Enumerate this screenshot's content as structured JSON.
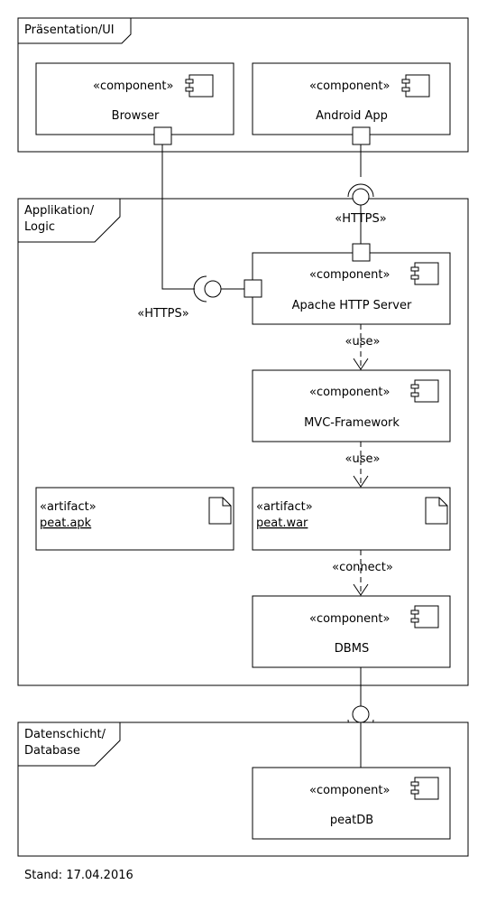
{
  "frames": {
    "ui": {
      "line1": "Präsentation/UI"
    },
    "logic": {
      "line1": "Applikation/",
      "line2": "Logic"
    },
    "db": {
      "line1": "Datenschicht/",
      "line2": "Database"
    }
  },
  "components": {
    "browser": {
      "stereotype": "«component»",
      "name": "Browser"
    },
    "android": {
      "stereotype": "«component»",
      "name": "Android App"
    },
    "apache": {
      "stereotype": "«component»",
      "name": "Apache HTTP Server"
    },
    "mvc": {
      "stereotype": "«component»",
      "name": "MVC-Framework"
    },
    "dbms": {
      "stereotype": "«component»",
      "name": "DBMS"
    },
    "peatdb": {
      "stereotype": "«component»",
      "name": "peatDB"
    }
  },
  "artifacts": {
    "apk": {
      "stereotype": "«artifact»",
      "name": "peat.apk"
    },
    "war": {
      "stereotype": "«artifact»",
      "name": "peat.war"
    }
  },
  "connectors": {
    "https_top": "«HTTPS»",
    "https_left": "«HTTPS»",
    "use1": "«use»",
    "use2": "«use»",
    "connect": "«connect»"
  },
  "footer": "Stand: 17.04.2016"
}
